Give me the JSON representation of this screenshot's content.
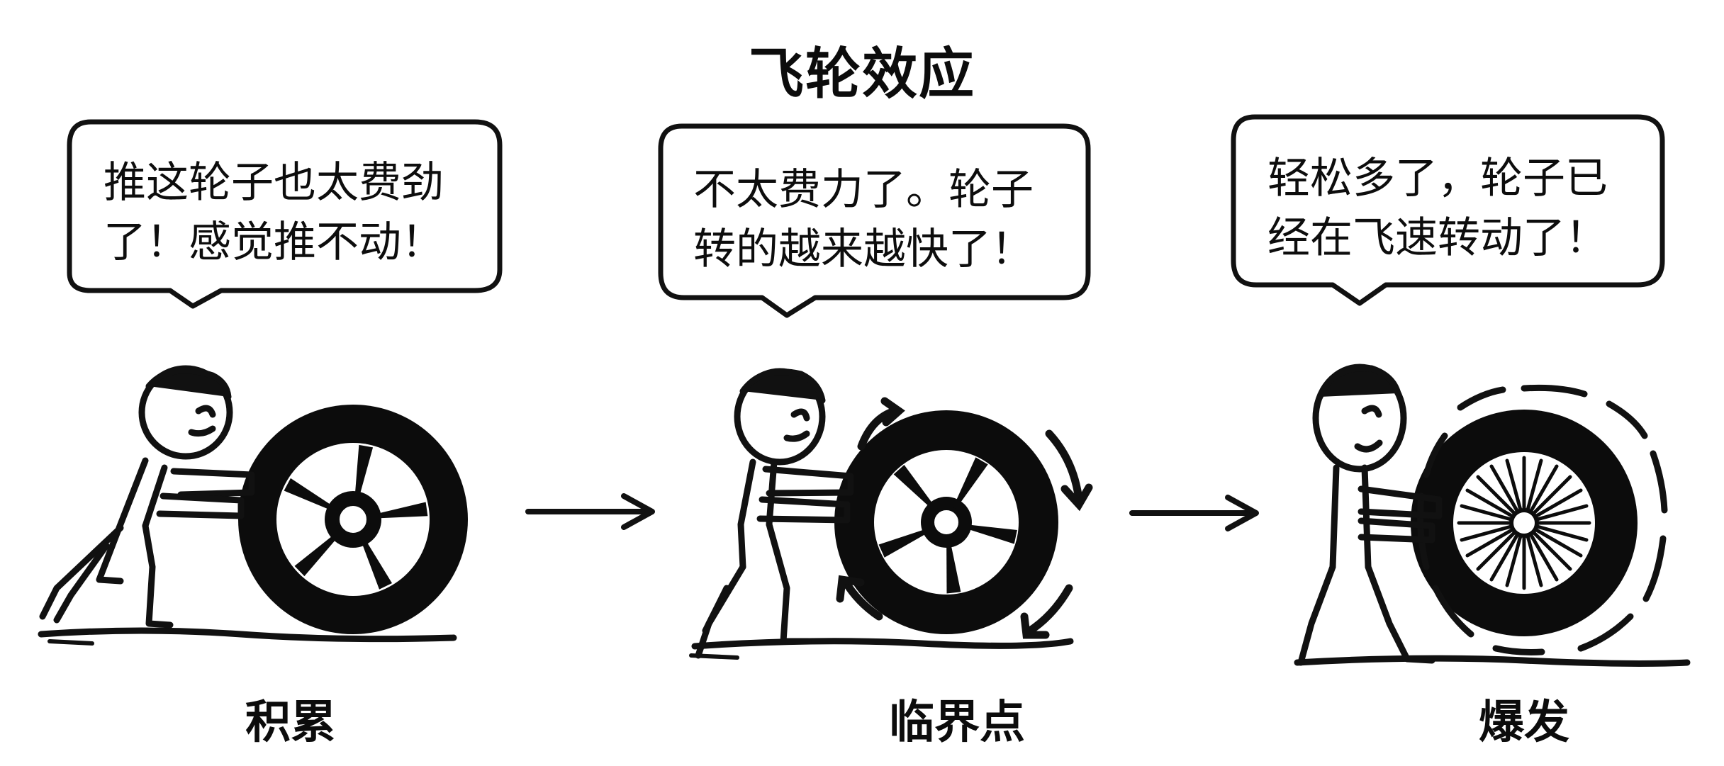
{
  "title": "飞轮效应",
  "panels": [
    {
      "speech_lines": [
        "推这轮子也太费劲",
        "了！感觉推不动！"
      ],
      "label": "积累",
      "spin_marks": "none"
    },
    {
      "speech_lines": [
        "不太费力了。轮子",
        "转的越来越快了！"
      ],
      "label": "临界点",
      "spin_marks": "rotation-arrows"
    },
    {
      "speech_lines": [
        "轻松多了，轮子已",
        "经在飞速转动了！"
      ],
      "label": "爆发",
      "spin_marks": "speed-lines"
    }
  ],
  "connectors": [
    "arrow-right",
    "arrow-right"
  ],
  "colors": {
    "ink": "#0d0d0d",
    "background": "#ffffff"
  }
}
